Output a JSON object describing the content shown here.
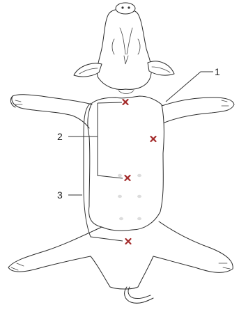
{
  "callouts": {
    "label_1": "1",
    "label_2": "2",
    "label_3": "3"
  },
  "colors": {
    "outline": "#2a2a2a",
    "marker": "#a32b2b",
    "nipple": "#dcdcdc"
  },
  "injection_markers": [
    {
      "id": "upper-chest"
    },
    {
      "id": "right-flank"
    },
    {
      "id": "mid-abdomen"
    },
    {
      "id": "lower-abdomen"
    }
  ]
}
